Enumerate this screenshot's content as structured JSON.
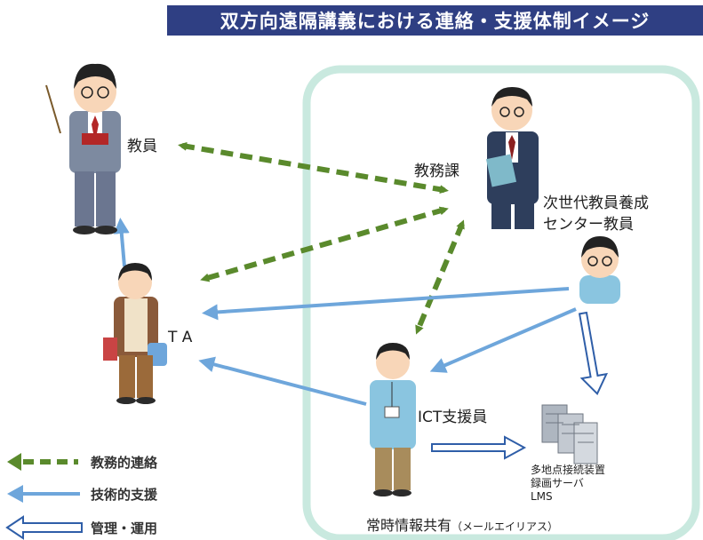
{
  "title": "双方向遠隔講義における連絡・支援体制イメージ",
  "nodes": {
    "teacher": "教員",
    "academic_affairs": "教務課",
    "next_gen_center": [
      "次世代教員養成",
      "センター教員"
    ],
    "ta": "T A",
    "ict_staff": "ICT支援員",
    "servers": [
      "多地点接続装置",
      "録画サーバ",
      "LMS"
    ]
  },
  "shared_area": {
    "label": "常時情報共有",
    "note": "（メールエイリアス）"
  },
  "legend": {
    "academic_contact": "教務的連絡",
    "technical_support": "技術的支援",
    "management": "管理・運用"
  },
  "colors": {
    "academic_green": "#5a8a2c",
    "support_blue": "#6ea6db",
    "management_blue": "#2f5ea8",
    "title_bg": "#2f3f83",
    "area_border": "#c9e9df"
  }
}
